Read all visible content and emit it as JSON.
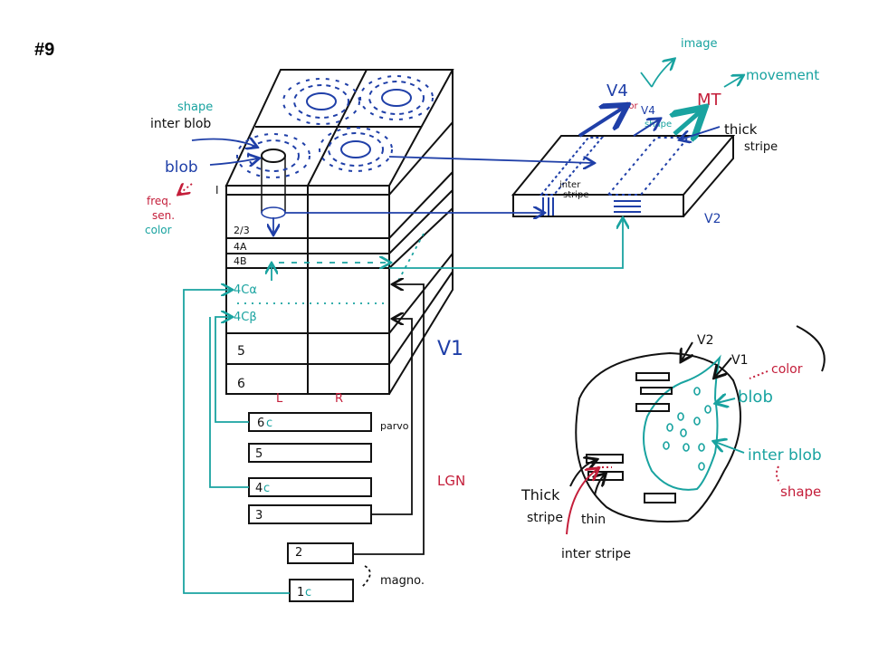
{
  "slide_number": "#9",
  "colors": {
    "ink": "#111111",
    "blue": "#1f3fa8",
    "teal": "#19a3a0",
    "red": "#c41e3a"
  },
  "v1_block": {
    "labels": {
      "shape": "shape",
      "inter_blob": "inter blob",
      "blob": "blob",
      "freq": "freq.",
      "sen": "sen.",
      "color": "color",
      "layer_I": "I",
      "layer_23": "2/3",
      "layer_4A": "4A",
      "layer_4B": "4B",
      "layer_4Ca": "4Cα",
      "layer_4Cb": "4Cβ",
      "layer_5": "5",
      "layer_6": "6",
      "left": "L",
      "right": "R",
      "v1": "V1"
    }
  },
  "lgn": {
    "title": "LGN",
    "parvo": "parvo",
    "magno": "magno.",
    "layers": [
      {
        "num": "6",
        "suffix": "c"
      },
      {
        "num": "5",
        "suffix": ""
      },
      {
        "num": "4",
        "suffix": "c"
      },
      {
        "num": "3",
        "suffix": ""
      },
      {
        "num": "2",
        "suffix": ""
      },
      {
        "num": "1",
        "suffix": "c"
      }
    ]
  },
  "v2_block": {
    "v2": "V2",
    "inter": "inter",
    "stripe": "stripe",
    "thick": "thick",
    "thick_stripe": "stripe",
    "v4": "V4",
    "v4_color": "color",
    "v4_small": "V4",
    "v4_shape": "shape",
    "mt": "MT",
    "image": "image",
    "movement": "movement"
  },
  "brain_sketch": {
    "v2": "V2",
    "v1": "V1",
    "color": "color",
    "blob": "blob",
    "inter_blob": "inter blob",
    "shape": "shape",
    "thick": "Thick",
    "stripe": "stripe",
    "thin": "thin",
    "inter_stripe": "inter stripe"
  }
}
